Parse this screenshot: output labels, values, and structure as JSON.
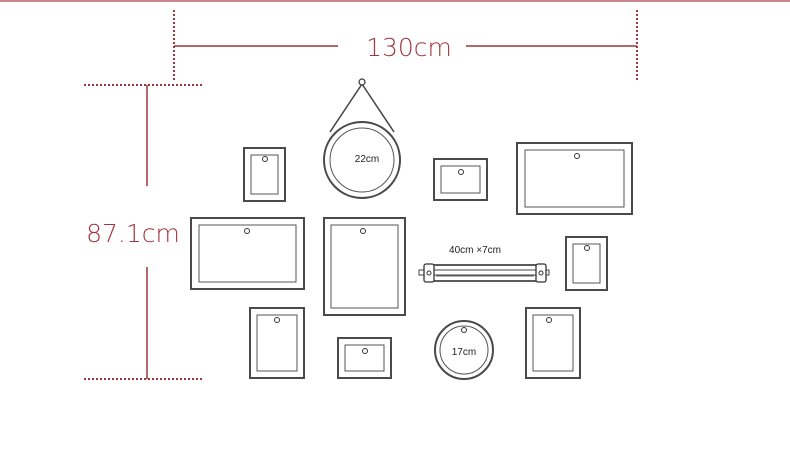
{
  "dimensions": {
    "width_label": "130cm",
    "height_label": "87.1cm"
  },
  "frames": {
    "round_large_label": "22cm",
    "round_small_label": "17cm",
    "shelf_label": "40cm ×7cm"
  },
  "colors": {
    "dimension": "#a0343f",
    "frame": "#4a4a4a",
    "frame_inner": "#555555",
    "top_border": "#c9868d"
  }
}
